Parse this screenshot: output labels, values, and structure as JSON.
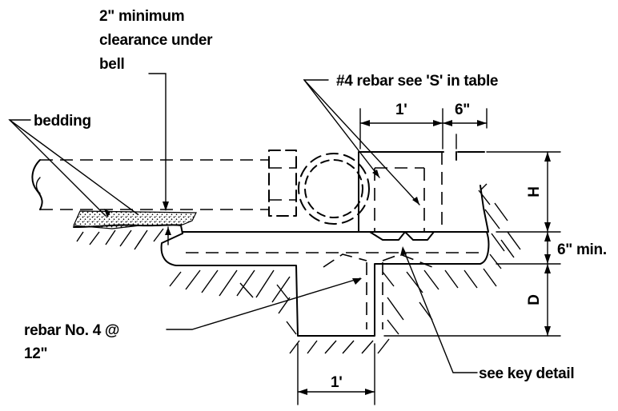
{
  "labels": {
    "clearance_line1": "2\" minimum",
    "clearance_line2": "clearance under",
    "clearance_line3": "bell",
    "rebar_top": "#4 rebar see 'S' in table",
    "bedding": "bedding",
    "dim_1ft_top": "1'",
    "dim_6in_top": "6\"",
    "dim_H": "H",
    "dim_6in_min": "6\" min.",
    "dim_D": "D",
    "rebar_no4_line1": "rebar No. 4 @",
    "rebar_no4_line2": "12\"",
    "see_key_detail": "see key detail",
    "dim_1ft_bottom": "1'"
  }
}
